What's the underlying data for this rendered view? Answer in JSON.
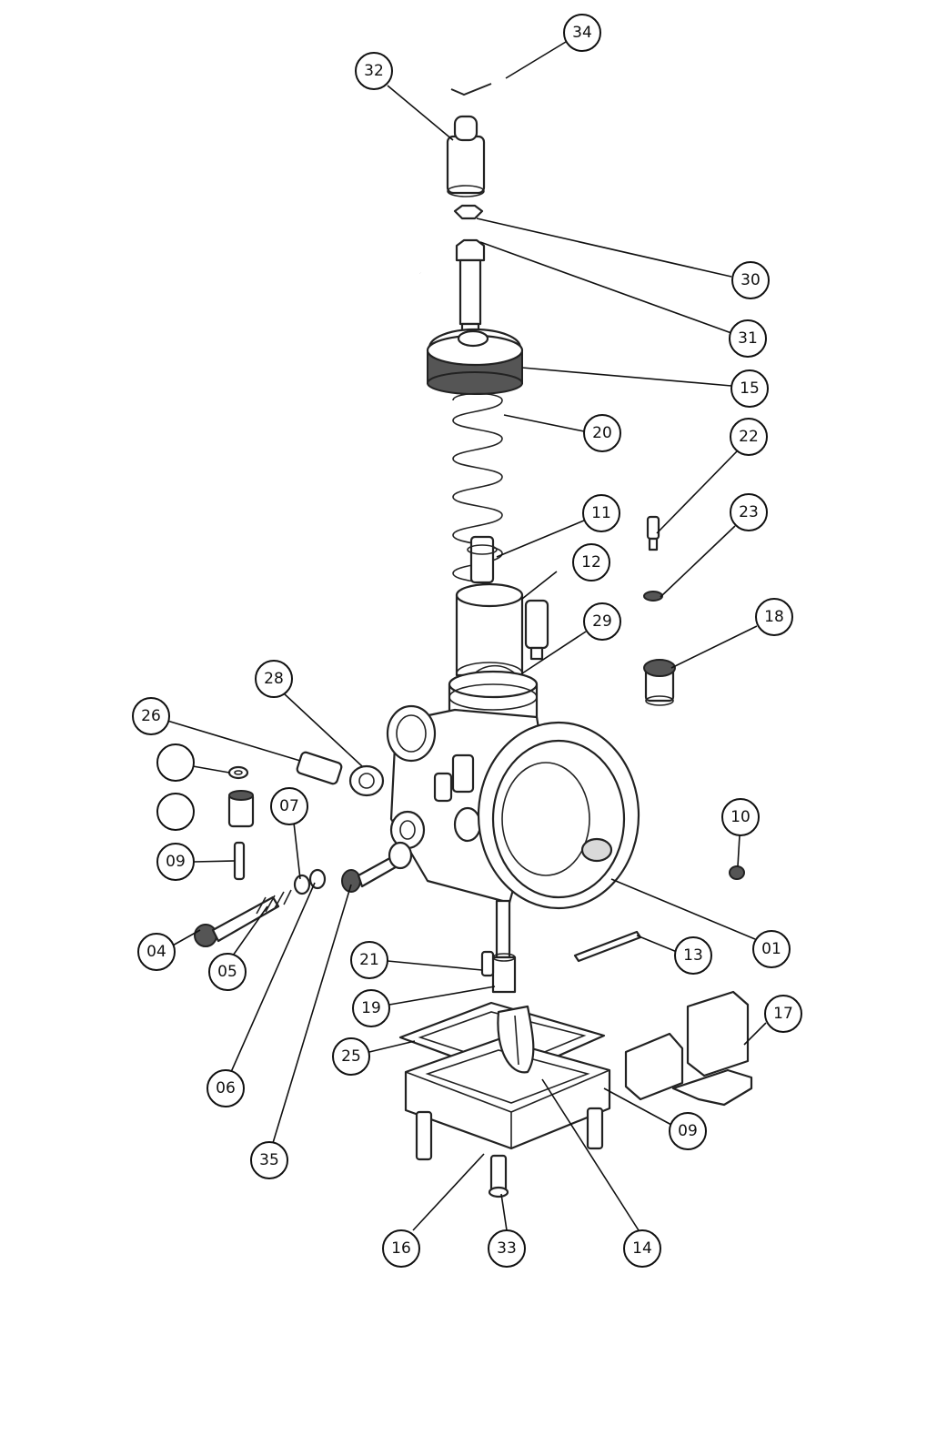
{
  "diagram": {
    "callouts": [
      {
        "id": "34",
        "label": "34"
      },
      {
        "id": "32",
        "label": "32"
      },
      {
        "id": "30",
        "label": "30"
      },
      {
        "id": "31",
        "label": "31"
      },
      {
        "id": "15",
        "label": "15"
      },
      {
        "id": "20",
        "label": "20"
      },
      {
        "id": "22",
        "label": "22"
      },
      {
        "id": "11",
        "label": "11"
      },
      {
        "id": "23",
        "label": "23"
      },
      {
        "id": "12",
        "label": "12"
      },
      {
        "id": "29",
        "label": "29"
      },
      {
        "id": "18",
        "label": "18"
      },
      {
        "id": "28",
        "label": "28"
      },
      {
        "id": "26",
        "label": "26"
      },
      {
        "id": "blank-1",
        "label": ""
      },
      {
        "id": "blank-2",
        "label": ""
      },
      {
        "id": "07",
        "label": "07"
      },
      {
        "id": "10",
        "label": "10"
      },
      {
        "id": "09-left",
        "label": "09"
      },
      {
        "id": "04",
        "label": "04"
      },
      {
        "id": "05",
        "label": "05"
      },
      {
        "id": "13",
        "label": "13"
      },
      {
        "id": "01",
        "label": "01"
      },
      {
        "id": "21",
        "label": "21"
      },
      {
        "id": "19",
        "label": "19"
      },
      {
        "id": "17",
        "label": "17"
      },
      {
        "id": "25",
        "label": "25"
      },
      {
        "id": "06",
        "label": "06"
      },
      {
        "id": "09-right",
        "label": "09"
      },
      {
        "id": "35",
        "label": "35"
      },
      {
        "id": "16",
        "label": "16"
      },
      {
        "id": "33",
        "label": "33"
      },
      {
        "id": "14",
        "label": "14"
      }
    ]
  }
}
